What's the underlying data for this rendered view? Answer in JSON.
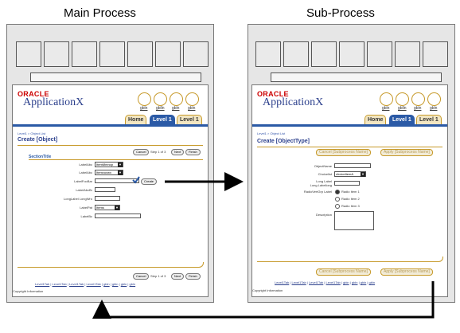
{
  "headings": {
    "main": "Main Process",
    "sub": "Sub-Process"
  },
  "common": {
    "oracle_logo": "ORACLE",
    "app_name": "ApplicationX",
    "global_links": [
      "gbln",
      "gblln",
      "gbln",
      "gbln"
    ],
    "tabs": [
      "Home",
      "Level 1",
      "Level 1"
    ],
    "breadcrumb": "Level1 > Object List",
    "footer_links": [
      "Level1Tab",
      "Level1Tab",
      "Level1Tab",
      "Level1Tab",
      "gbln",
      "gbln",
      "gbln",
      "gbln"
    ],
    "copyright": "Copyright Information"
  },
  "main": {
    "title": "Create [Object]",
    "buttons": {
      "cancel": "Cancel",
      "step": "Step 1 of 3",
      "next": "Next",
      "finish": "Finish"
    },
    "section_title": "SectionTitle",
    "fields": [
      {
        "label": "LabelAbc",
        "value": "ItemMmnop",
        "type": "select"
      },
      {
        "label": "LabelAbc",
        "value": "Itemvuvwx",
        "type": "select"
      },
      {
        "label": "LabelFooBar",
        "value": "",
        "type": "text-create"
      },
      {
        "label": "LabelAbcBr",
        "value": "",
        "type": "text"
      },
      {
        "label": "LongLabel LongWro",
        "value": "",
        "type": "text"
      },
      {
        "label": "LabelPat",
        "value": "Items",
        "type": "select"
      },
      {
        "label": "LabelBc",
        "value": "",
        "type": "text"
      }
    ],
    "create_button": "Create"
  },
  "sub": {
    "title": "Create [ObjectType]",
    "buttons": {
      "cancel": "Cancel [Subprocess Name]",
      "apply": "Apply [Subprocess Name]"
    },
    "object_name_label": "ObjectName",
    "choicelist_label": "Choicelist",
    "choicelist_value": "choiceItemA",
    "long_label": "Long Label",
    "long_label2": "Long Labellong",
    "radio_label": "RadioVertGrp Label",
    "radio_items": [
      "Radio Item 1",
      "Radio Item 2",
      "Radio Item 3"
    ],
    "description_label": "Description"
  }
}
